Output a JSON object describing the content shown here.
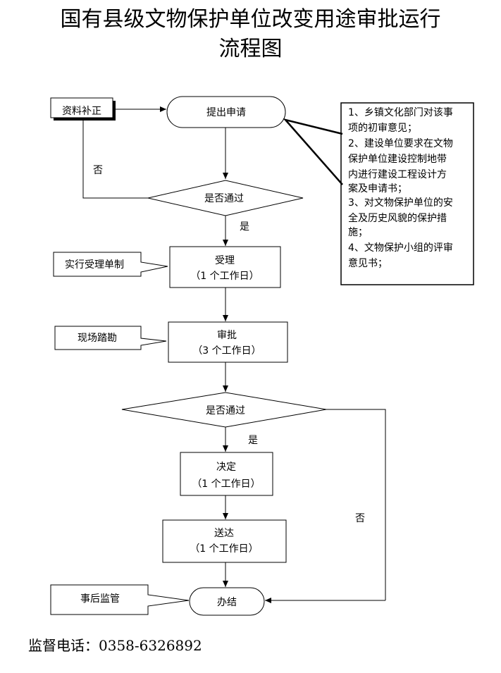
{
  "title": {
    "line1": "国有县级文物保护单位改变用途审批运行",
    "line2": "流程图"
  },
  "nodes": {
    "supplement": "资料补正",
    "apply": "提出申请",
    "check1": "是否通过",
    "accept": "受理",
    "accept_days": "（1 个工作日）",
    "accept_note": "实行受理单制",
    "review": "审批",
    "review_days": "（3 个工作日）",
    "review_note": "现场踏勘",
    "check2": "是否通过",
    "decide": "决定",
    "decide_days": "（1 个工作日）",
    "deliver": "送达",
    "deliver_days": "（1 个工作日）",
    "finish": "办结",
    "finish_note": "事后监管"
  },
  "labels": {
    "no1": "否",
    "yes1": "是",
    "yes2": "是",
    "no2": "否"
  },
  "materials": {
    "line1": "1、乡镇文化部门对该事",
    "line2": "项的初审意见；",
    "line3": "2、建设单位要求在文物",
    "line4": "保护单位建设控制地带",
    "line5": "内进行建设工程设计方",
    "line6": "案及申请书；",
    "line7": "3、对文物保护单位的安",
    "line8": "全及历史风貌的保护措",
    "line9": "施；",
    "line10": "4、文物保护小组的评审",
    "line11": "意见书；"
  },
  "footer": {
    "phone": "监督电话：0358-6326892"
  }
}
